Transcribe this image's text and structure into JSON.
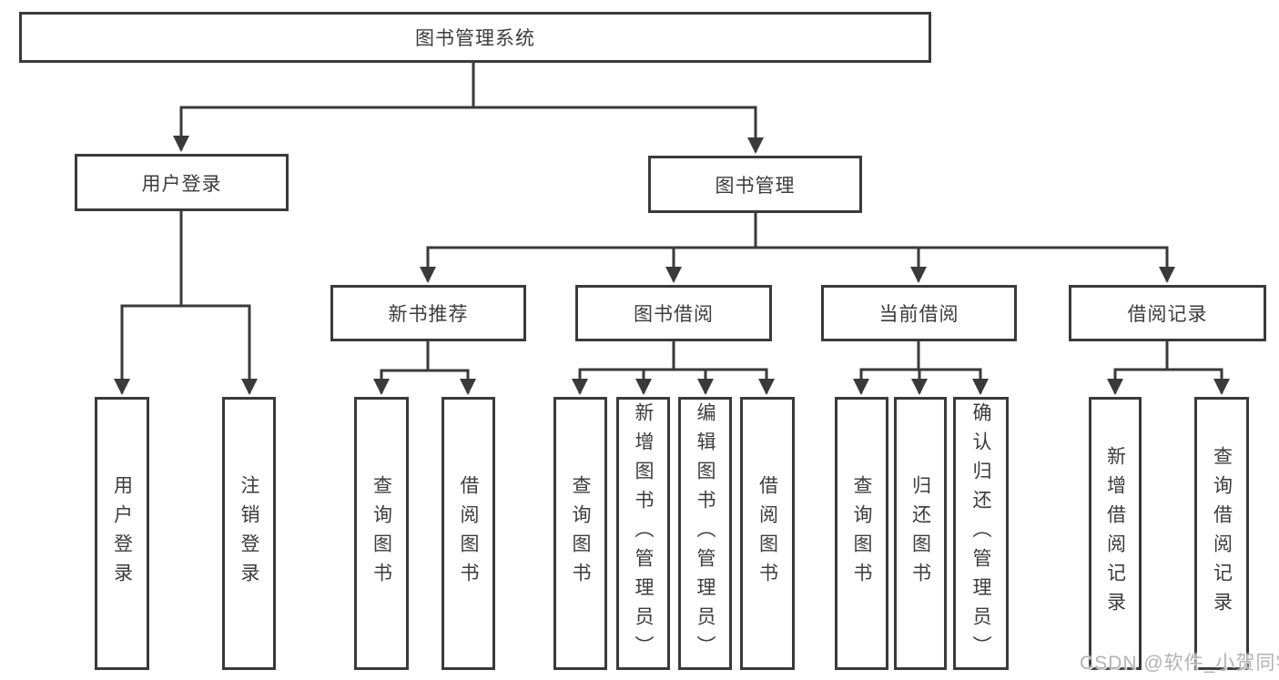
{
  "diagram": {
    "root": "图书管理系统",
    "level2": [
      "用户登录",
      "图书管理"
    ],
    "level3": [
      "新书推荐",
      "图书借阅",
      "当前借阅",
      "借阅记录"
    ],
    "leaves_user": [
      "用户登录",
      "注销登录"
    ],
    "leaves_newrec": [
      "查询图书",
      "借阅图书"
    ],
    "leaves_borrow": [
      "查询图书",
      "新增图书（管理员）",
      "编辑图书（管理员）",
      "借阅图书"
    ],
    "leaves_current": [
      "查询图书",
      "归还图书",
      "确认归还（管理员）"
    ],
    "leaves_records": [
      "新增借阅记录",
      "查询借阅记录"
    ]
  },
  "watermark": "CSDN @软件_小贺同学",
  "colors": {
    "line": "#3a3a3a",
    "text": "#3c3c3c",
    "watermark": "#b2b2b2",
    "background": "#ffffff"
  }
}
